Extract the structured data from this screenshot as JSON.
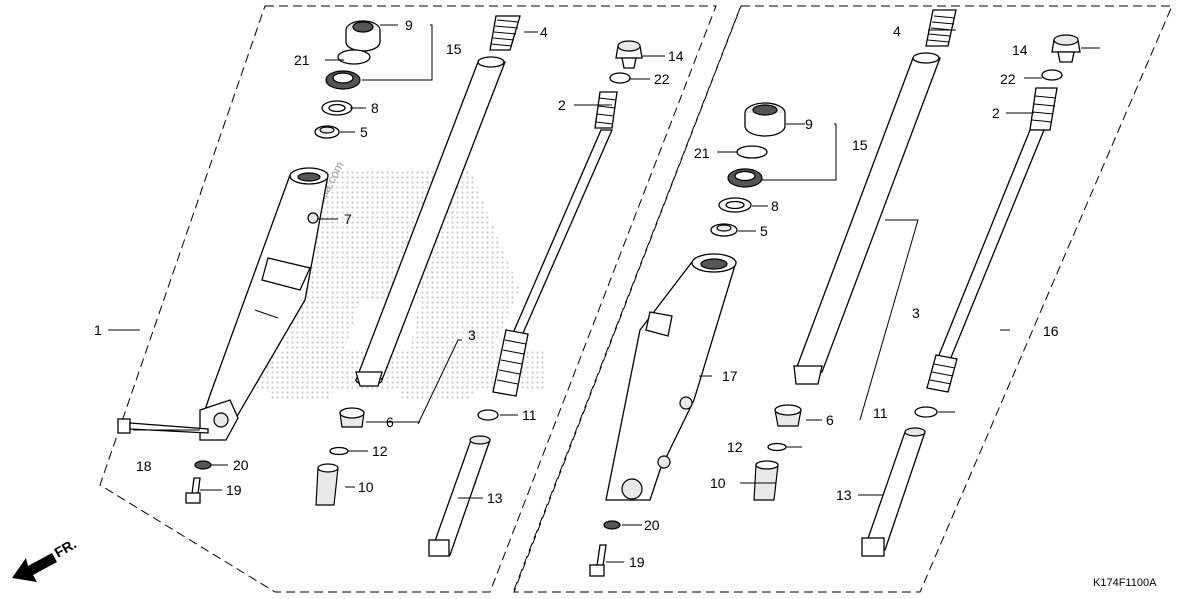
{
  "diagram_code": "K174F1100A",
  "watermark_text": "Partzilla.com",
  "front_arrow": {
    "label": "FR.",
    "icon": "front-direction-arrow-icon"
  },
  "callouts": {
    "left": {
      "p1": "1",
      "p2": "2",
      "p3": "3",
      "p4": "4",
      "p5": "5",
      "p6": "6",
      "p7": "7",
      "p8": "8",
      "p9": "9",
      "p10": "10",
      "p11": "11",
      "p12": "12",
      "p13": "13",
      "p14": "14",
      "p15": "15",
      "p18": "18",
      "p19": "19",
      "p20": "20",
      "p21": "21",
      "p22": "22"
    },
    "right": {
      "p2": "2",
      "p3": "3",
      "p4": "4",
      "p5": "5",
      "p6": "6",
      "p8": "8",
      "p9": "9",
      "p10": "10",
      "p11": "11",
      "p12": "12",
      "p13": "13",
      "p14": "14",
      "p15": "15",
      "p16": "16",
      "p17": "17",
      "p19": "19",
      "p20": "20",
      "p21": "21",
      "p22": "22"
    }
  }
}
